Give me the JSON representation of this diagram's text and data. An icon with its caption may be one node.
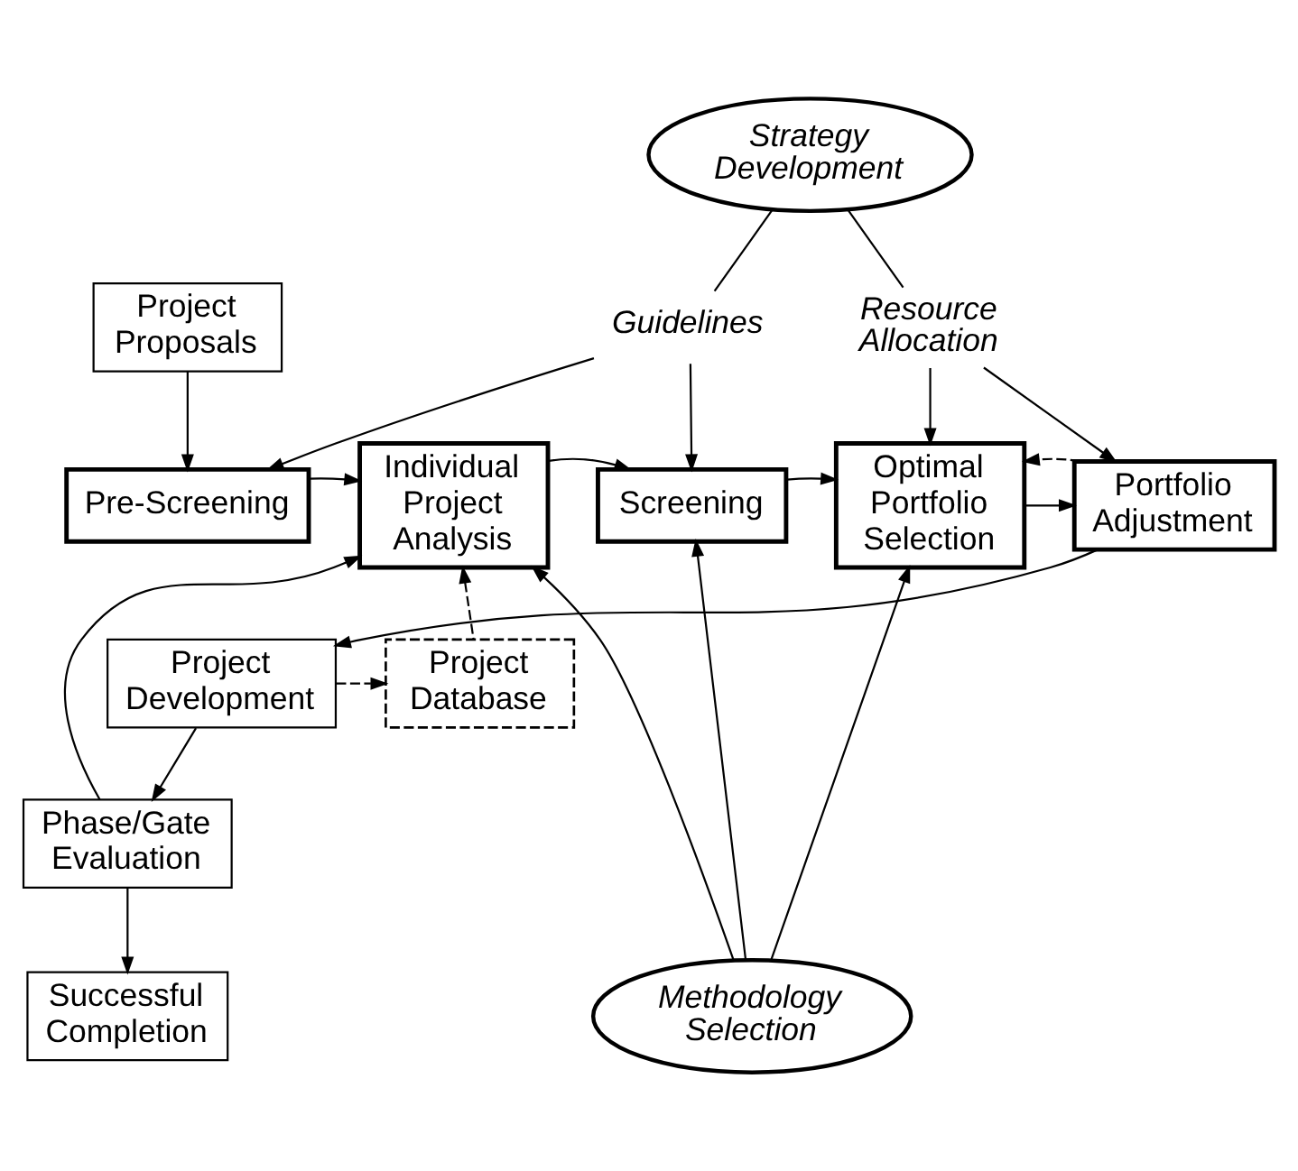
{
  "diagram": {
    "nodes": [
      {
        "text": [
          "Strategy Development"
        ]
      },
      {
        "text": [
          "Project Proposals"
        ]
      },
      {
        "text": [
          "Guidelines"
        ]
      },
      {
        "text": [
          "Resource Allocation"
        ]
      },
      {
        "text": [
          "Pre-Screening"
        ]
      },
      {
        "text": [
          "Individual Project Analysis"
        ]
      },
      {
        "text": [
          "Screening"
        ]
      },
      {
        "text": [
          "Optimal Portfolio Selection"
        ]
      },
      {
        "text": [
          "Portfolio Adjustment"
        ]
      },
      {
        "text": [
          "Project Database"
        ]
      },
      {
        "text": [
          "Project Development"
        ]
      },
      {
        "text": [
          "Phase/Gate Evaluation"
        ]
      },
      {
        "text": [
          "Successful Completion"
        ]
      },
      {
        "text": [
          "Methodology Selection"
        ]
      }
    ],
    "edges": [
      {
        "from": 0,
        "to": 2,
        "arrow": "none"
      },
      {
        "from": 0,
        "to": 3,
        "arrow": "none"
      },
      {
        "from": 1,
        "to": 4,
        "arrow": "to"
      },
      {
        "from": 2,
        "to": 4,
        "arrow": "to"
      },
      {
        "from": 2,
        "to": 6,
        "arrow": "to"
      },
      {
        "from": 3,
        "to": 7,
        "arrow": "to"
      },
      {
        "from": 3,
        "to": 8,
        "arrow": "to"
      },
      {
        "from": 4,
        "to": 5,
        "arrow": "to"
      },
      {
        "from": 5,
        "to": 6,
        "arrow": "to"
      },
      {
        "from": 6,
        "to": 7,
        "arrow": "to"
      },
      {
        "from": 7,
        "to": 8,
        "arrow": "to"
      },
      {
        "from": 8,
        "to": 7,
        "arrow": "to",
        "style": "dashed"
      },
      {
        "from": 8,
        "to": 10,
        "arrow": "to"
      },
      {
        "from": 10,
        "to": 9,
        "arrow": "to",
        "style": "dashed"
      },
      {
        "from": 9,
        "to": 5,
        "arrow": "to",
        "style": "dashed"
      },
      {
        "from": 10,
        "to": 11,
        "arrow": "to"
      },
      {
        "from": 11,
        "to": 5,
        "arrow": "to"
      },
      {
        "from": 11,
        "to": 12,
        "arrow": "to"
      },
      {
        "from": 13,
        "to": 6,
        "arrow": "to"
      },
      {
        "from": 13,
        "to": 5,
        "arrow": "to"
      },
      {
        "from": 13,
        "to": 7,
        "arrow": "to"
      }
    ]
  }
}
